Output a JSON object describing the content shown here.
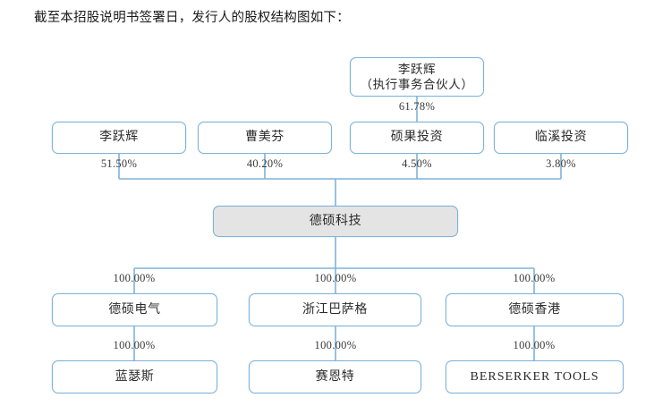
{
  "document": {
    "intro_text": "截至本招股说明书签署日，发行人的股权结构图如下："
  },
  "colors": {
    "border": "#7fb3d9",
    "wire": "#7fb3d9",
    "shaded_fill": "#e4e4e4",
    "text": "#2b2b2b"
  },
  "chart_data": {
    "type": "diagram",
    "subtype": "shareholding-structure-tree",
    "title": "发行人的股权结构图",
    "nodes": [
      {
        "id": "gp",
        "label_line1": "李跃辉",
        "label_line2": "（执行事务合伙人）",
        "level": 0,
        "shaded": false
      },
      {
        "id": "li",
        "label": "李跃辉",
        "level": 1,
        "shaded": false
      },
      {
        "id": "cao",
        "label": "曹美芬",
        "level": 1,
        "shaded": false
      },
      {
        "id": "shuoguo",
        "label": "硕果投资",
        "level": 1,
        "shaded": false
      },
      {
        "id": "linxi",
        "label": "临溪投资",
        "level": 1,
        "shaded": false
      },
      {
        "id": "issuer",
        "label": "德硕科技",
        "level": 2,
        "shaded": true
      },
      {
        "id": "dianqi",
        "label": "德硕电气",
        "level": 3,
        "shaded": false
      },
      {
        "id": "basage",
        "label": "浙江巴萨格",
        "level": 3,
        "shaded": false
      },
      {
        "id": "hongkong",
        "label": "德硕香港",
        "level": 3,
        "shaded": false
      },
      {
        "id": "lanse",
        "label": "蓝瑟斯",
        "level": 4,
        "shaded": false
      },
      {
        "id": "saient",
        "label": "赛恩特",
        "level": 4,
        "shaded": false
      },
      {
        "id": "berserker",
        "label": "BERSERKER TOOLS",
        "level": 4,
        "shaded": false
      }
    ],
    "edges": [
      {
        "from": "gp",
        "to": "shuoguo",
        "value": "61.78%"
      },
      {
        "from": "li",
        "to": "issuer",
        "value": "51.50%"
      },
      {
        "from": "cao",
        "to": "issuer",
        "value": "40.20%"
      },
      {
        "from": "shuoguo",
        "to": "issuer",
        "value": "4.50%"
      },
      {
        "from": "linxi",
        "to": "issuer",
        "value": "3.80%"
      },
      {
        "from": "issuer",
        "to": "dianqi",
        "value": "100.00%"
      },
      {
        "from": "issuer",
        "to": "basage",
        "value": "100.00%"
      },
      {
        "from": "issuer",
        "to": "hongkong",
        "value": "100.00%"
      },
      {
        "from": "dianqi",
        "to": "lanse",
        "value": "100.00%"
      },
      {
        "from": "basage",
        "to": "saient",
        "value": "100.00%"
      },
      {
        "from": "hongkong",
        "to": "berserker",
        "value": "100.00%"
      }
    ]
  }
}
